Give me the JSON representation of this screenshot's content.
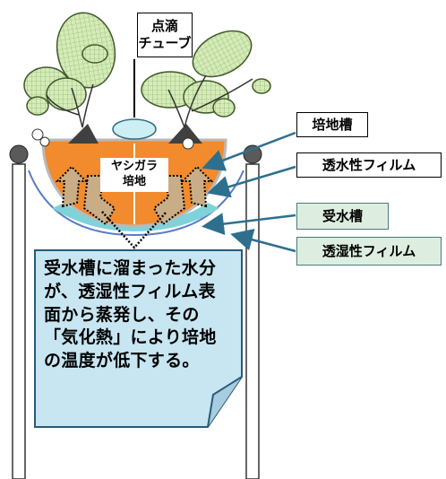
{
  "labels": {
    "drip_tube": "点滴\nチューブ",
    "medium_tank": "培地槽",
    "permeable_film": "透水性フィルム",
    "water_tank": "受水槽",
    "moisture_film": "透湿性フィルム",
    "coconut_medium": "ヤシガラ\n培地"
  },
  "note": "受水槽に溜まった水分が、透湿性フィルム表面から蒸発し、その「気化熱」により培地の温度が低下する。",
  "colors": {
    "medium": "#f28a2e",
    "leaf": "#cfe6b0",
    "water": "#7fd3d8",
    "note_bg": "#c7e6f2",
    "label_green": "#ddeee0"
  }
}
